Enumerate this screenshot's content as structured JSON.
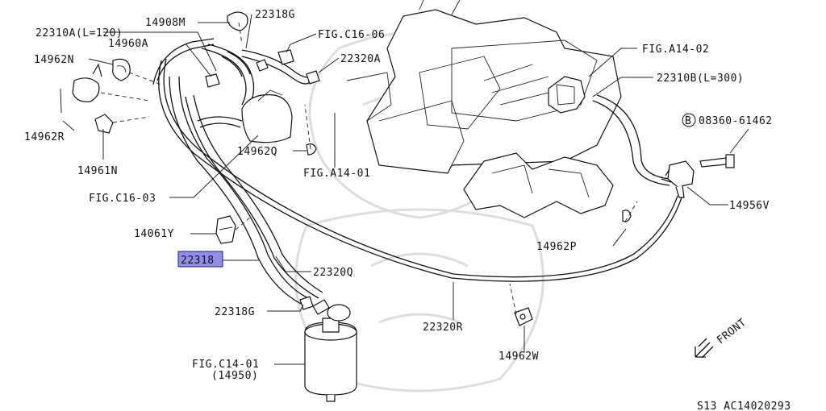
{
  "labels": {
    "l_22310A": "22310A(L=120)",
    "l_14908M": "14908M",
    "l_22318G_top": "22318G",
    "l_figC1606": "FIG.C16-06",
    "l_14960A": "14960A",
    "l_14962N": "14962N",
    "l_22320A": "22320A",
    "l_14962R": "14962R",
    "l_14962Q": "14962Q",
    "l_figA1401": "FIG.A14-01",
    "l_14961N": "14961N",
    "l_figC1603": "FIG.C16-03",
    "l_figA1402": "FIG.A14-02",
    "l_22310B": "22310B(L=300)",
    "l_bolt": "08360-61462",
    "l_bolt_mark": "B",
    "l_14956V": "14956V",
    "l_14061Y": "14061Y",
    "l_22318_hl": "22318",
    "l_22320Q": "22320Q",
    "l_14962P": "14962P",
    "l_22318G_bot": "22318G",
    "l_22320R": "22320R",
    "l_figC1401": "FIG.C14-01",
    "l_14950": "(14950)",
    "l_14962W": "14962W",
    "l_front": "FRONT",
    "l_code": "S13  AC14020293"
  },
  "colors": {
    "highlight": "#8f8fe8",
    "line": "#111111"
  }
}
